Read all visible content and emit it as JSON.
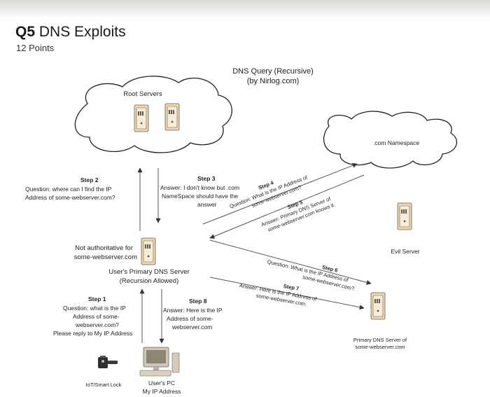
{
  "question": {
    "number": "Q5",
    "title": "DNS Exploits",
    "points": "12 Points"
  },
  "diagram": {
    "heading_line1": "DNS Query (Recursive)",
    "heading_line2": "(by Nirlog.com)",
    "root_servers": "Root Servers",
    "com_namespace": ".com Namespace",
    "evil_server": "Evil Server",
    "primary_dns_line1": "Primary DNS Server of",
    "primary_dns_line2": "some-webserver.com",
    "not_authoritative_line1": "Not authoritative for",
    "not_authoritative_line2": "some-webserver.com",
    "users_dns_line1": "User's Primary DNS Server",
    "users_dns_line2": "(Recursion Allowed)",
    "iot_lock": "IoT/Smart Lock",
    "users_pc_line1": "User's PC",
    "users_pc_line2": "My IP Address",
    "step2": {
      "title": "Step 2",
      "line1": "Question: where can I find the IP",
      "line2": "Address of some-webserver.com?"
    },
    "step3": {
      "title": "Step 3",
      "line1": "Answer: I don't know but .com",
      "line2": "NameSpace should have the",
      "line3": "answer"
    },
    "step4": {
      "title": "Step 4",
      "line1": "Question: What is the IP Address of",
      "line2": "some-webserver.com?"
    },
    "step5": {
      "title": "Step 5",
      "line1": "Answer: Primary DNS Server of",
      "line2": "some-webserver.com knows it."
    },
    "step6": {
      "title": "Step 6",
      "line1": "Question: What is the IP Address of",
      "line2": "some-webserver.com?"
    },
    "step7": {
      "title": "Step 7",
      "line1": "Answer: Here is the IP Address of",
      "line2": "some-webserver.com."
    },
    "step1": {
      "title": "Step 1",
      "line1": "Question: what is the IP",
      "line2": "Address of some-",
      "line3": "webserver.com?",
      "line4": "Please reply to My IP Address"
    },
    "step8": {
      "title": "Step 8",
      "line1": "Answer: Here is the IP",
      "line2": "Address of some-",
      "line3": "webserver.com"
    }
  }
}
